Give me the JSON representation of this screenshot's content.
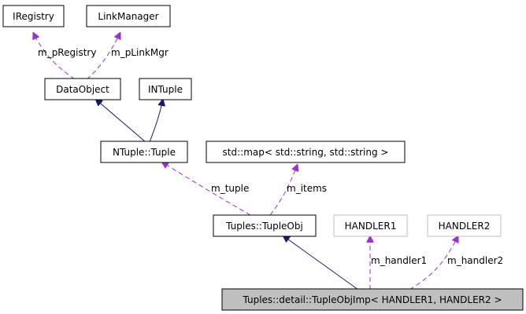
{
  "nodes": {
    "iregistry": "IRegistry",
    "linkmanager": "LinkManager",
    "dataobject": "DataObject",
    "intuple": "INTuple",
    "ntuple_tuple": "NTuple::Tuple",
    "std_map": "std::map< std::string, std::string >",
    "tupleobj": "Tuples::TupleObj",
    "handler1": "HANDLER1",
    "handler2": "HANDLER2",
    "tupleobjimp": "Tuples::detail::TupleObjImp< HANDLER1, HANDLER2 >"
  },
  "edge_labels": {
    "m_pregistry": "m_pRegistry",
    "m_plinkmgr": "m_pLinkMgr",
    "m_tuple": "m_tuple",
    "m_items": "m_items",
    "m_handler1": "m_handler1",
    "m_handler2": "m_handler2"
  },
  "colors": {
    "inheritance": "#191970",
    "usage": "#9a32cd",
    "highlight_fill": "#bfbfbf",
    "template_border": "#bfbfbf"
  }
}
